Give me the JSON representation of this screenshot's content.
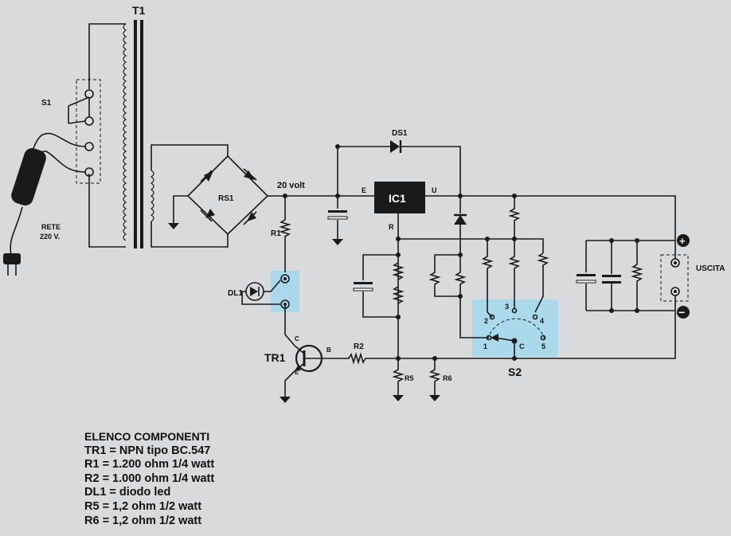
{
  "labels": {
    "t1": "T1",
    "s1": "S1",
    "rete_line1": "RETE",
    "rete_line2": "220 V.",
    "rs1": "RS1",
    "voltage": "20 volt",
    "ds1": "DS1",
    "ic1": "IC1",
    "pin_e": "E",
    "pin_u": "U",
    "pin_r": "R",
    "r1": "R1",
    "dl1": "DL1",
    "tr1": "TR1",
    "pin_c": "C",
    "pin_b": "B",
    "pin_emitter": "E",
    "r2": "R2",
    "r5": "R5",
    "r6": "R6",
    "s2": "S2",
    "s2_pos1": "1",
    "s2_pos2": "2",
    "s2_pos3": "3",
    "s2_pos4": "4",
    "s2_pos5": "5",
    "s2_common": "C",
    "uscita": "USCITA",
    "plus": "+",
    "minus": "−"
  },
  "components_list": {
    "title": "ELENCO COMPONENTI",
    "items": [
      "TR1 = NPN tipo BC.547",
      "R1 = 1.200 ohm 1/4 watt",
      "R2 = 1.000 ohm 1/4 watt",
      "DL1 = diodo led",
      "R5 = 1,2 ohm 1/2 watt",
      "R6 = 1,2 ohm 1/2 watt"
    ]
  },
  "colors": {
    "background": "#d9dadb",
    "highlight": "#aad9ec",
    "ink": "#1a1a1a"
  }
}
